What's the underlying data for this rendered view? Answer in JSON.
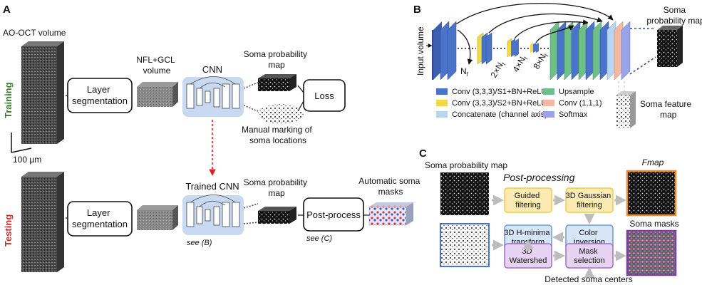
{
  "panels": {
    "a": "A",
    "b": "B",
    "c": "C"
  },
  "panel_a": {
    "aooct_label": "AO-OCT volume",
    "training_label": "Training",
    "testing_label": "Testing",
    "scale_label": "100 µm",
    "layer_seg_1": "Layer\nsegmentation",
    "layer_seg_2": "Layer\nsegmentation",
    "nfl_label": "NFL+GCL\nvolume",
    "cnn_label": "CNN",
    "trained_cnn_label": "Trained CNN",
    "soma_prob_top": "Soma probability\nmap",
    "soma_prob_bottom": "Soma probability\nmap",
    "loss_label": "Loss",
    "manual_label": "Manual marking of\nsoma locations",
    "postprocess_label": "Post-process",
    "auto_masks_label": "Automatic soma\nmasks",
    "see_b": "see (B)",
    "see_c": "see (C)"
  },
  "panel_b": {
    "input_volume": "Input volume",
    "nf": "N",
    "nf_sub": "f",
    "n2": "2×N",
    "n4": "4×N",
    "n8": "8×N",
    "soma_prob_map": "Soma\nprobability map",
    "soma_feat_map": "Soma feature\nmap",
    "legend": [
      {
        "label": "Conv (3,3,3)/S1+BN+ReLU",
        "color": "#4a74c9"
      },
      {
        "label": "Conv (3,3,3)/S2+BN+ReLU",
        "color": "#f2d94a"
      },
      {
        "label": "Concatenate (channel axis)",
        "color": "#b8d6f0"
      },
      {
        "label": "Upsample",
        "color": "#6fbf8a"
      },
      {
        "label": "Conv (1,1,1)",
        "color": "#f4b8a0"
      },
      {
        "label": "Softmax",
        "color": "#9aa3e8"
      }
    ]
  },
  "panel_c": {
    "soma_prob_map": "Soma probability map",
    "post_processing": "Post-processing",
    "fmap": "Fmap",
    "soma_masks": "Soma masks",
    "guided": "Guided\nfiltering",
    "gauss": "3D Gaussian\nfiltering",
    "hminima": "3D H-minima\ntransform",
    "color_inv": "Color\ninversion",
    "watershed": "3D\nWatershed",
    "mask_sel": "Mask\nselection",
    "detected": "Detected soma centers"
  },
  "colors": {
    "blue": "#4a74c9",
    "yellow": "#f2d94a",
    "lightblue": "#b8d6f0",
    "green": "#6fbf8a",
    "salmon": "#f4b8a0",
    "violet": "#9aa3e8",
    "cnn_bg": "#c9d9f2",
    "orange_frame": "#f08a2a",
    "purple_frame": "#7a3fa0",
    "blue_frame": "#4a74c9",
    "box_yellow": "#fbeab2",
    "box_yellow_border": "#f2c94a",
    "box_blue": "#d7e6f7",
    "box_blue_border": "#6f9ad6",
    "box_purple": "#e6d3f2",
    "box_purple_border": "#a06fc8",
    "red_arrow": "#e02020"
  }
}
